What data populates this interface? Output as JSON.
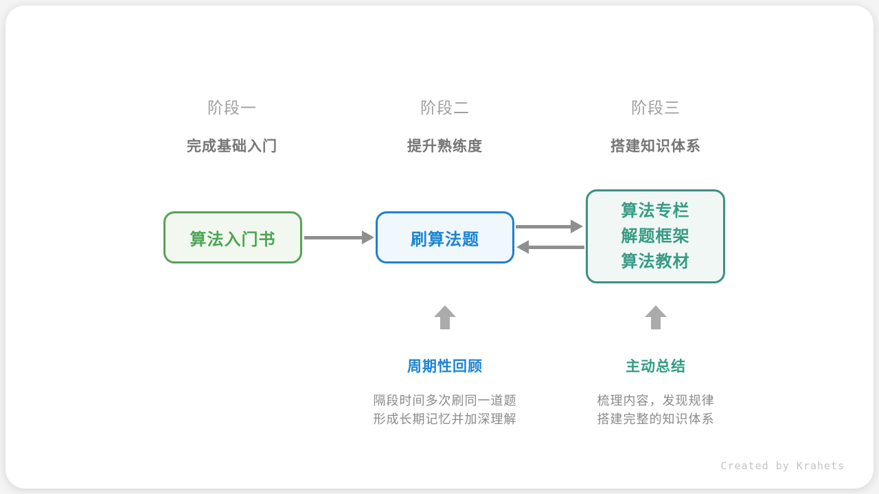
{
  "diagram": {
    "credit": "Created by Krahets",
    "colors": {
      "green_border": "#56a05a",
      "green_fill": "#f2f8f0",
      "green_text": "#4ba553",
      "blue_border": "#1e80ce",
      "blue_fill": "#f0f7fd",
      "blue_text": "#1b84d2",
      "teal_border": "#3d8f82",
      "teal_fill": "#f0f7f5",
      "teal_text": "#359b84",
      "stage_label_gray": "#9e9e9e",
      "stage_subtitle_gray": "#757575",
      "arrow_gray": "#8f8f8f",
      "up_arrow_gray": "#ababab",
      "description_gray": "#8a8a8a",
      "credit_gray": "#c4c4c4"
    },
    "stages": [
      {
        "label": "阶段一",
        "subtitle": "完成基础入门"
      },
      {
        "label": "阶段二",
        "subtitle": "提升熟练度"
      },
      {
        "label": "阶段三",
        "subtitle": "搭建知识体系"
      }
    ],
    "nodes": {
      "intro_book": {
        "label": "算法入门书"
      },
      "practice": {
        "label": "刷算法题"
      },
      "advanced": {
        "lines": [
          "算法专栏",
          "解题框架",
          "算法教材"
        ]
      }
    },
    "annotations": [
      {
        "title": "周期性回顾",
        "lines": [
          "隔段时间多次刷同一道题",
          "形成长期记忆并加深理解"
        ]
      },
      {
        "title": "主动总结",
        "lines": [
          "梳理内容，发现规律",
          "搭建完整的知识体系"
        ]
      }
    ]
  }
}
